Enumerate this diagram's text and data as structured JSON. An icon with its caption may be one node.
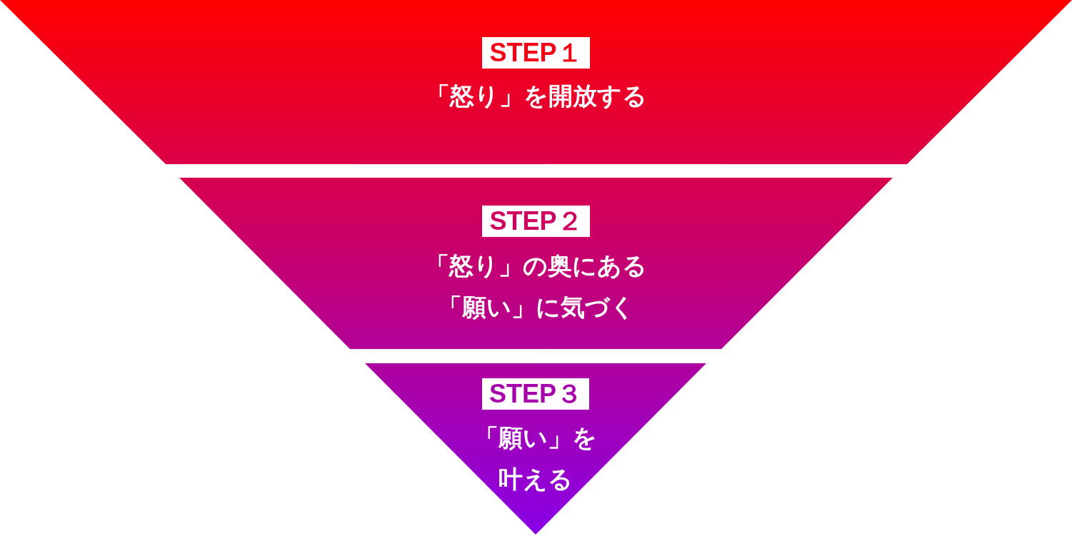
{
  "diagram": {
    "nodes": [
      {
        "text": [
          "STEP１",
          "「怒り」を開放する"
        ]
      },
      {
        "text": [
          "STEP２",
          "「怒り」の奥にある「願い」に気づく"
        ]
      },
      {
        "text": [
          "STEP３",
          "「願い」を叶える"
        ]
      }
    ]
  }
}
